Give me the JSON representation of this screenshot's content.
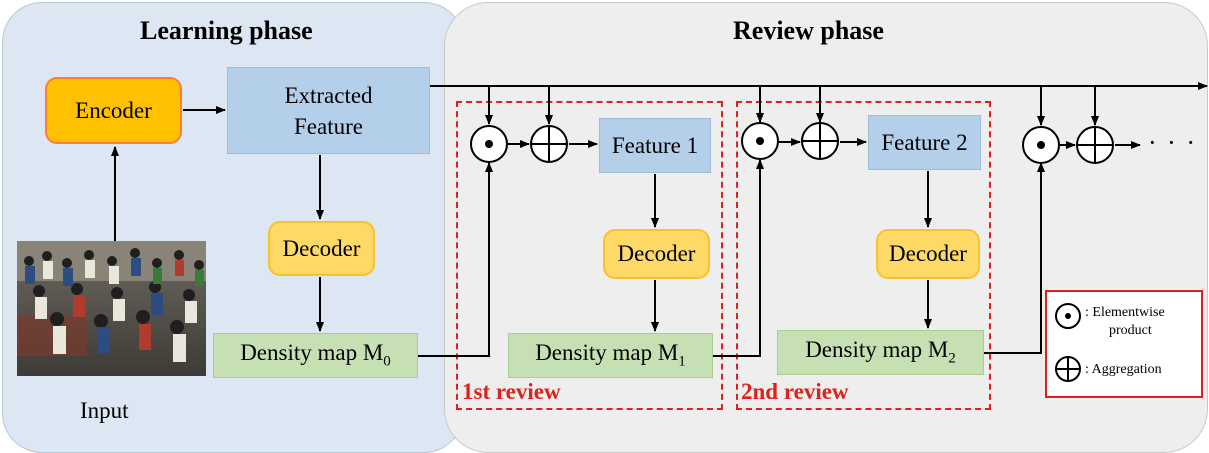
{
  "phases": {
    "learning_title": "Learning phase",
    "review_title": "Review phase"
  },
  "learning": {
    "encoder": "Encoder",
    "feature_line1": "Extracted",
    "feature_line2": "Feature",
    "decoder": "Decoder",
    "density_text": "Density map M",
    "density_sub": "0",
    "input_label": "Input"
  },
  "reviews": [
    {
      "feature": "Feature 1",
      "decoder": "Decoder",
      "density_text": "Density map M",
      "density_sub": "1",
      "label": "1st review"
    },
    {
      "feature": "Feature 2",
      "decoder": "Decoder",
      "density_text": "Density map M",
      "density_sub": "2",
      "label": "2nd review"
    }
  ],
  "ellipsis": "· · ·",
  "legend": {
    "elementwise_line1": ": Elementwise",
    "elementwise_line2": "product",
    "aggregation": ": Aggregation"
  },
  "colors": {
    "learning_bg": "#dce7f3",
    "review_bg": "#eeeeee",
    "encoder": "#ffc000",
    "feature": "#b4cfe9",
    "decoder": "#ffd966",
    "density": "#c6e0b4",
    "review_border": "#e0201b"
  }
}
